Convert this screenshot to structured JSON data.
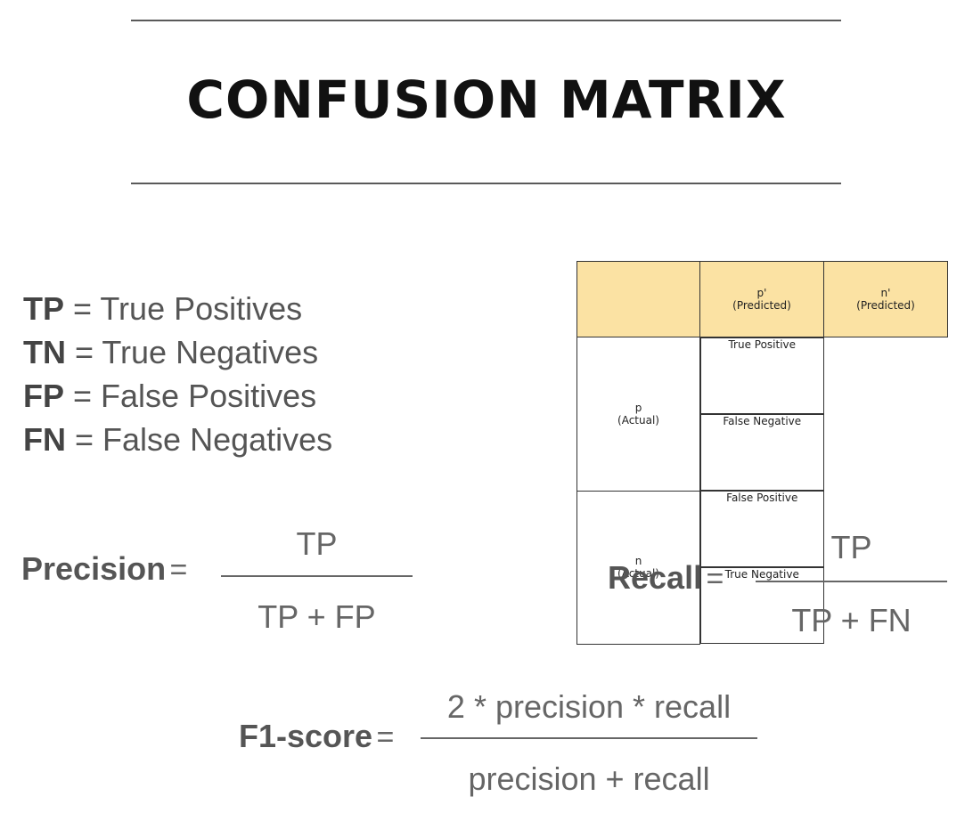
{
  "title": "CONFUSION MATRIX",
  "legend": [
    {
      "abbr": "TP",
      "sep": " = ",
      "text": "True Positives"
    },
    {
      "abbr": "TN",
      "sep": " = ",
      "text": "True Negatives"
    },
    {
      "abbr": "FP",
      "sep": " = ",
      "text": "False Positives"
    },
    {
      "abbr": "FN",
      "sep": " = ",
      "text": "False Negatives"
    }
  ],
  "matrix": {
    "col_headers": [
      {
        "symbol": "p'",
        "label": "(Predicted)"
      },
      {
        "symbol": "n'",
        "label": "(Predicted)"
      }
    ],
    "rows": [
      {
        "symbol": "p",
        "label": "(Actual)",
        "cells": [
          "True Positive",
          "False Negative"
        ]
      },
      {
        "symbol": "n",
        "label": "(Actual)",
        "cells": [
          "False Positive",
          "True Negative"
        ]
      }
    ],
    "header_color": "#fbe2a3"
  },
  "formulas": {
    "precision": {
      "label": "Precision",
      "eq": "=",
      "numerator": "TP",
      "denominator": "TP + FP"
    },
    "recall": {
      "label": "Recall",
      "eq": "=",
      "numerator": "TP",
      "denominator": "TP + FN"
    },
    "f1": {
      "label": "F1-score",
      "eq": "=",
      "numerator": "2 * precision * recall",
      "denominator": "precision + recall"
    }
  }
}
